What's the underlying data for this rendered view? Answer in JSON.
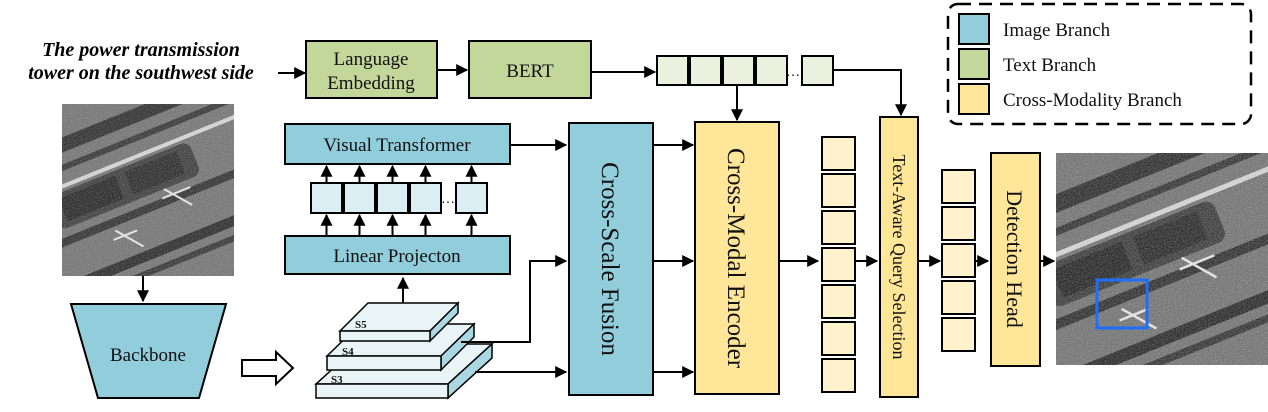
{
  "query": {
    "line1": "The  power transmission",
    "line2": "tower on the southwest side"
  },
  "text_branch": {
    "language_embedding": {
      "line1": "Language",
      "line2": "Embedding"
    },
    "bert": "BERT",
    "token_count": 5
  },
  "image_branch": {
    "input_image": "input SAR image",
    "backbone": "Backbone",
    "visual_transformer": "Visual Transformer",
    "linear_projection": "Linear Projecton",
    "patch_token_count": 5,
    "feature_scales": [
      "S5",
      "S4",
      "S3"
    ],
    "cross_scale_fusion": "Cross-Scale Fusion"
  },
  "cross_modality": {
    "cross_modal_encoder": "Cross-Modal Encoder",
    "encoder_token_count": 7,
    "query_selection": "Text-Aware Query Selection",
    "query_token_count": 5,
    "detection_head": "Detection Head"
  },
  "output": {
    "result_image": "detection result image",
    "box_color": "#1f6fff"
  },
  "legend": {
    "items": [
      {
        "label": "Image Branch",
        "color": "#92cddc"
      },
      {
        "label": "Text Branch",
        "color": "#c4d79b"
      },
      {
        "label": "Cross-Modality Branch",
        "color": "#ffe699"
      }
    ]
  },
  "colors": {
    "image_branch": "#92cddc",
    "image_token": "#daeef3",
    "text_branch": "#c4d79b",
    "text_token": "#ebf1de",
    "cross_branch": "#ffe699",
    "cross_token": "#fff2cc"
  }
}
